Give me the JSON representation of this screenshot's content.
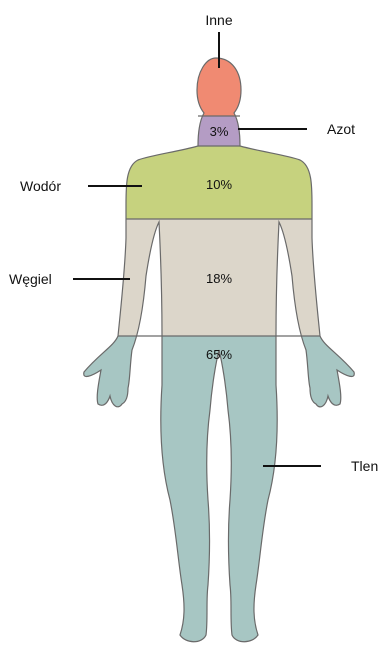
{
  "segments": [
    {
      "key": "other",
      "label": "Inne",
      "percent": "",
      "color": "#f08a72"
    },
    {
      "key": "nitrogen",
      "label": "Azot",
      "percent": "3%",
      "color": "#b49cc4"
    },
    {
      "key": "hydrogen",
      "label": "Wodór",
      "percent": "10%",
      "color": "#c6d27e"
    },
    {
      "key": "carbon",
      "label": "Węgiel",
      "percent": "18%",
      "color": "#dcd6ca"
    },
    {
      "key": "oxygen",
      "label": "Tlen",
      "percent": "65%",
      "color": "#a7c6c3"
    }
  ]
}
